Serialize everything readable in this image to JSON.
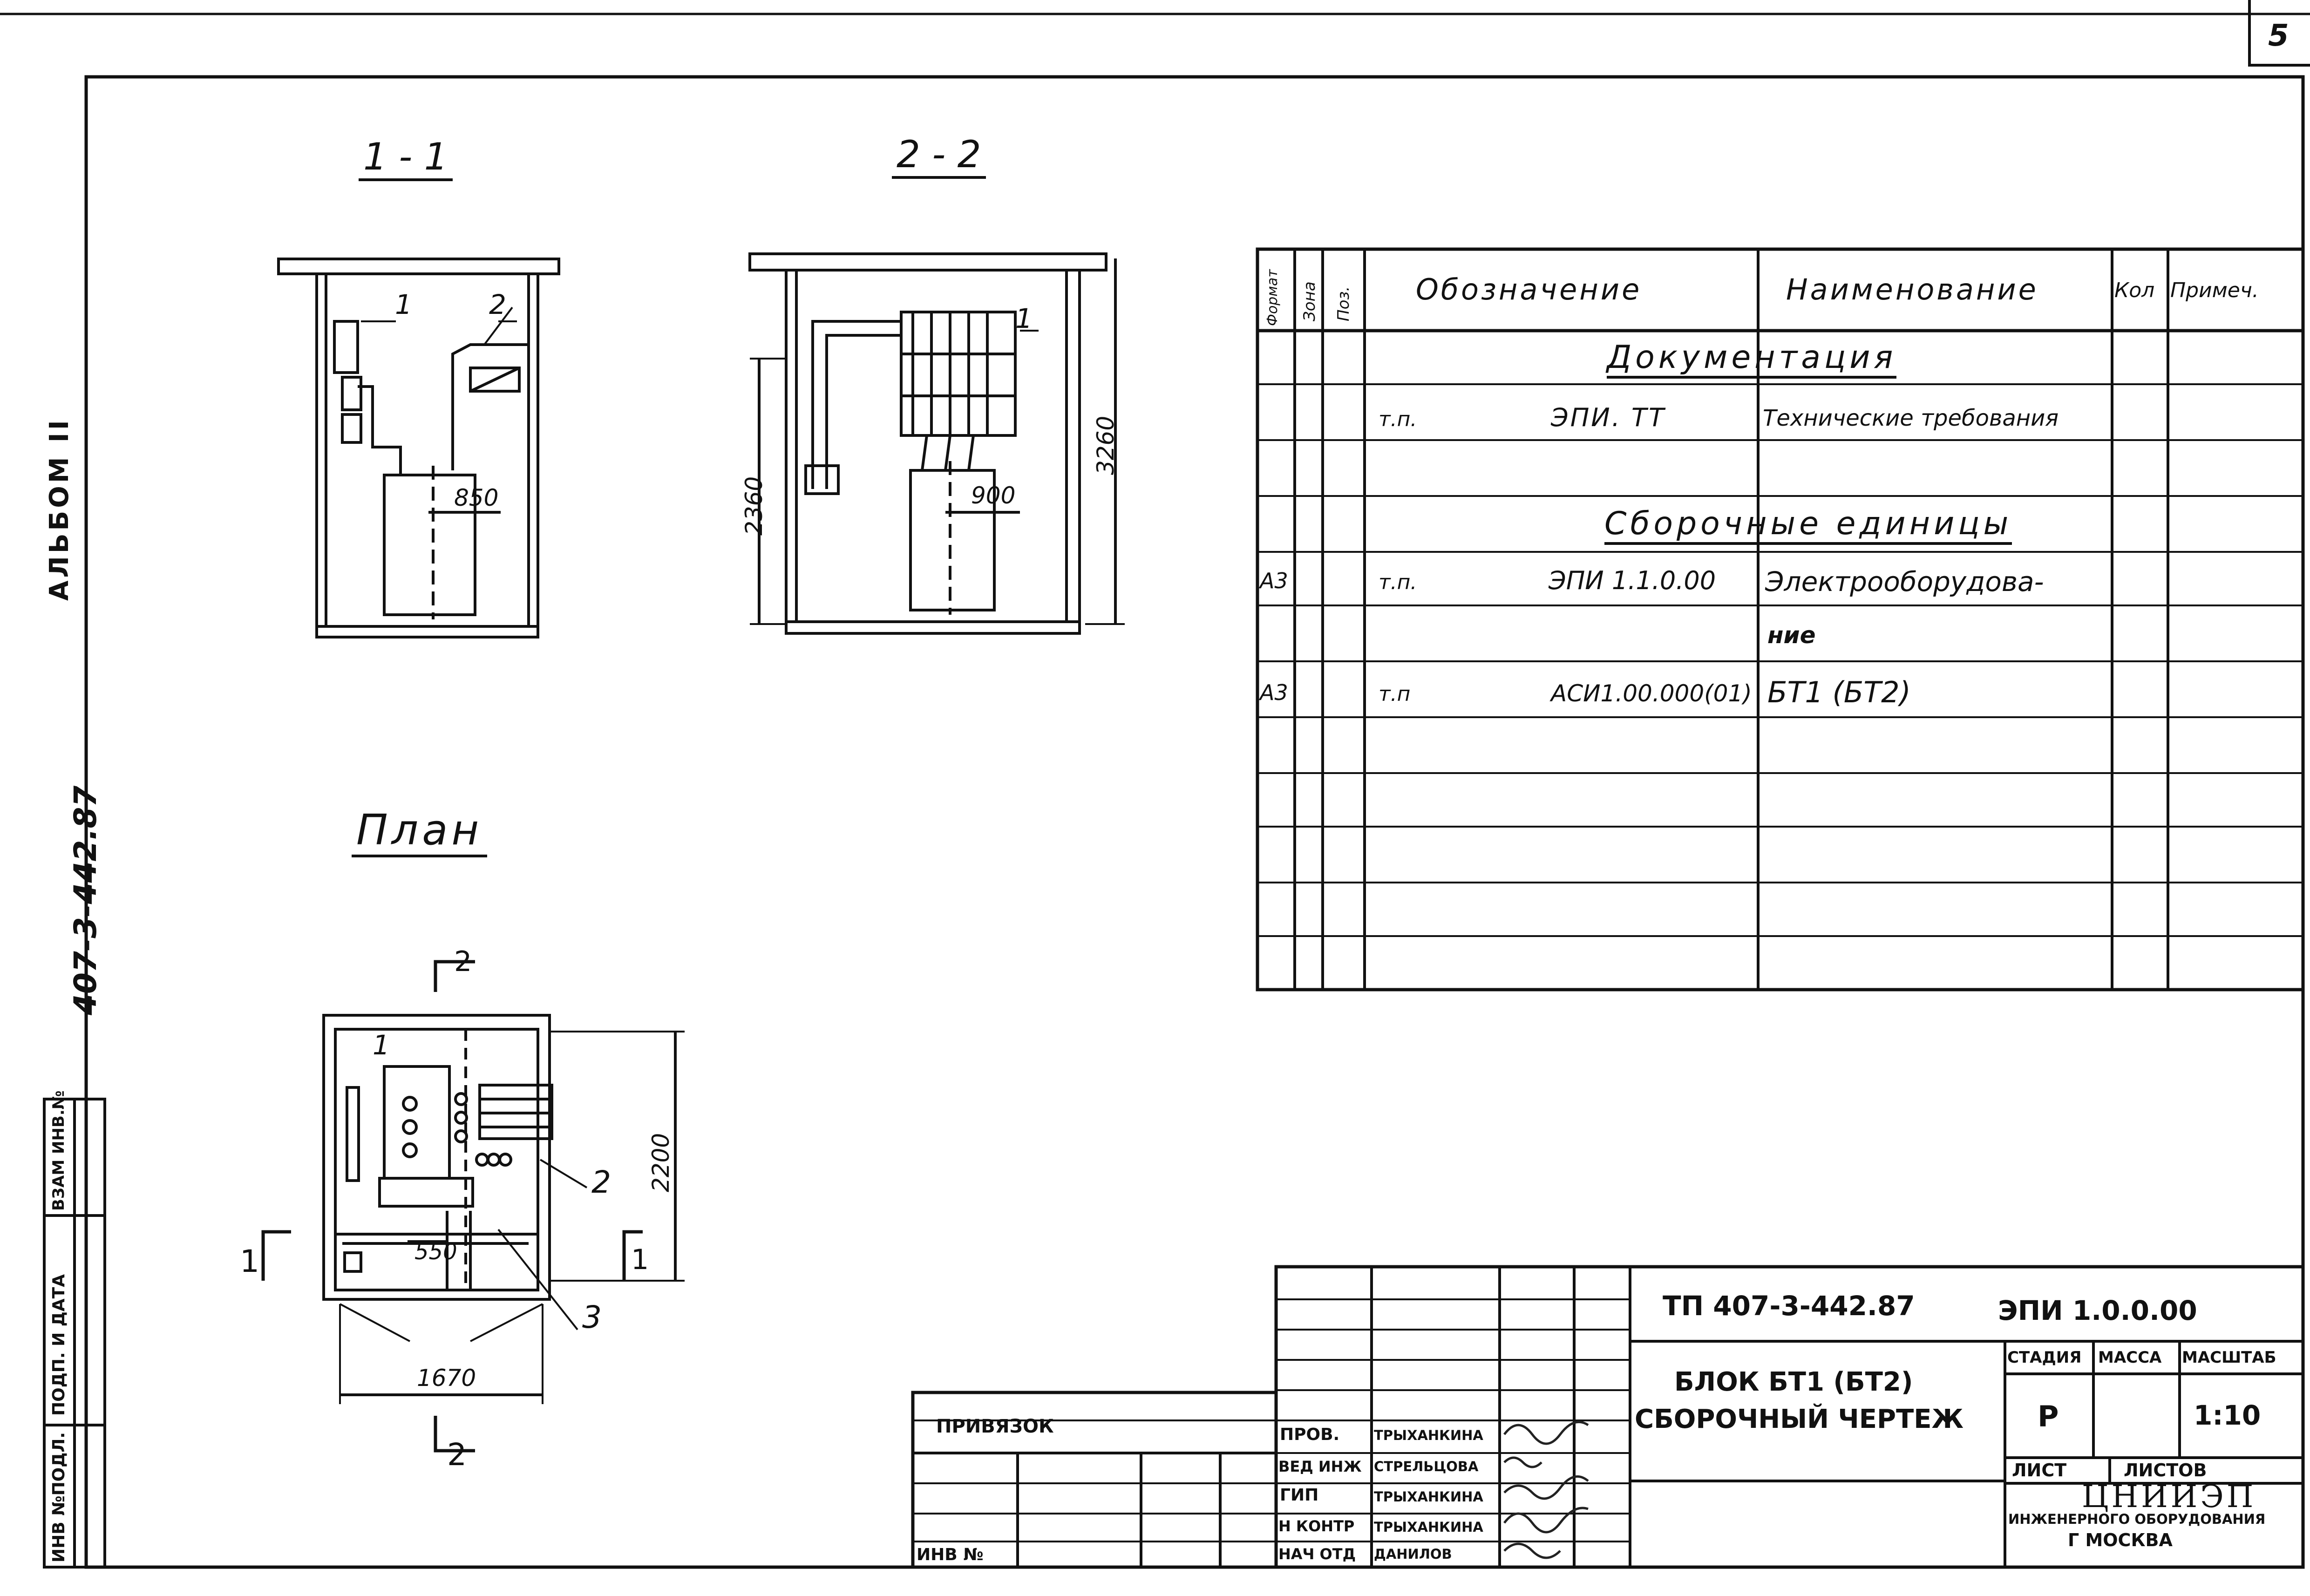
{
  "sheet_number": "5",
  "album_label": "АЛЬБОМ II",
  "album_code": "407-3-442.87",
  "left_stamp": [
    "ИНВ №ПОДЛ.",
    "ПОДП. И ДАТА",
    "ВЗАМ ИНВ.№"
  ],
  "views": {
    "section_1": {
      "title": "1 - 1",
      "dim": "850",
      "callouts": [
        "1",
        "2"
      ]
    },
    "section_2": {
      "title": "2 - 2",
      "dim_width": "900",
      "dim_h1": "2360",
      "dim_h2": "3260",
      "callout": "1"
    },
    "plan": {
      "title": "План",
      "dim_width": "1670",
      "dim_inner": "550",
      "dim_height": "2200",
      "callouts": [
        "1",
        "2",
        "3"
      ],
      "cut_marks": [
        "1",
        "1",
        "2",
        "2"
      ]
    }
  },
  "spec_table": {
    "headers": {
      "format": "Формат",
      "zone": "Зона",
      "pos": "Поз.",
      "designation": "Обозначение",
      "name": "Наименование",
      "qty": "Кол",
      "note": "Примеч."
    },
    "sections": [
      "Документация",
      "Сборочные единицы"
    ],
    "rows": [
      {
        "format": "",
        "designation_prefix": "т.п.",
        "designation": "ЭПИ. ТТ",
        "name": "Технические требования"
      },
      {
        "format": "А3",
        "designation_prefix": "т.п.",
        "designation": "ЭПИ 1.1.0.00",
        "name": "Электрооборудова-",
        "name_cont": "ние"
      },
      {
        "format": "А3",
        "designation_prefix": "т.п",
        "designation": "АСИ1.00.000(01)",
        "name": "БТ1 (БТ2)"
      }
    ]
  },
  "title_block": {
    "project_code": "ТП 407-3-442.87",
    "doc_code": "ЭПИ 1.0.0.00",
    "title_line1": "БЛОК БТ1 (БТ2)",
    "title_line2": "СБОРОЧНЫЙ ЧЕРТЕЖ",
    "col_stage": "СТАДИЯ",
    "col_mass": "МАССА",
    "col_scale": "МАСШТАБ",
    "stage": "Р",
    "scale": "1:10",
    "sheet_label": "ЛИСТ",
    "sheets_label": "ЛИСТОВ",
    "org_name": "ЦНИИЭП",
    "org_sub": "ИНЖЕНЕРНОГО ОБОРУДОВАНИЯ",
    "org_city": "Г МОСКВА",
    "privyazok": "ПРИВЯЗОК",
    "inv_no": "ИНВ №",
    "signatures": [
      {
        "role": "ПРОВ.",
        "name": "ТРЫХАНКИНА"
      },
      {
        "role": "ВЕД ИНЖ",
        "name": "СТРЕЛЬЦОВА"
      },
      {
        "role": "ГИП",
        "name": "ТРЫХАНКИНА"
      },
      {
        "role": "Н КОНТР",
        "name": "ТРЫХАНКИНА"
      },
      {
        "role": "НАЧ ОТД",
        "name": "ДАНИЛОВ"
      }
    ]
  }
}
